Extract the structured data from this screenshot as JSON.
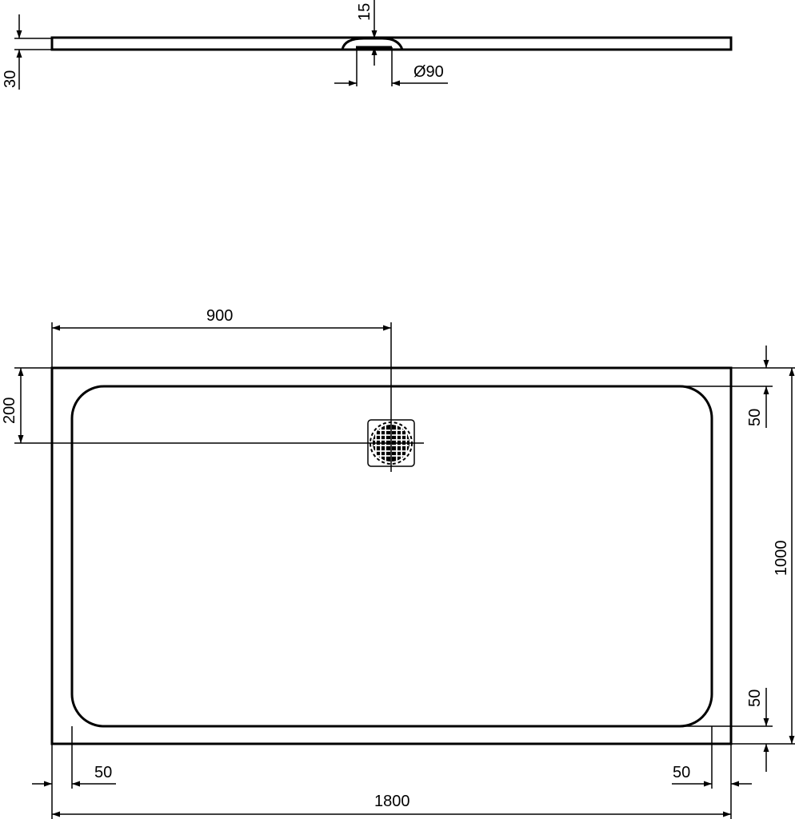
{
  "drawing": {
    "side_view": {
      "dim_height": "30",
      "dim_drain_depth": "15",
      "dim_drain_diameter": "Ø90"
    },
    "plan_view": {
      "dim_drain_x": "900",
      "dim_drain_y": "200",
      "dim_width": "1000",
      "dim_length": "1800",
      "dim_rim_top": "50",
      "dim_rim_bottom": "50",
      "dim_rim_left": "50",
      "dim_rim_right": "50"
    }
  }
}
